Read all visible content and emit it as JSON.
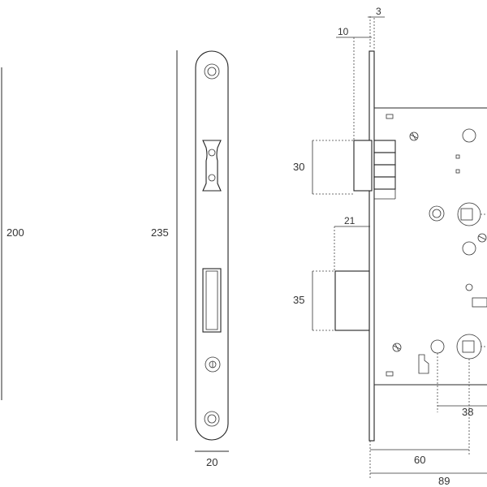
{
  "dimensions": {
    "lock_body_height": "200",
    "faceplate_height": "235",
    "faceplate_width": "20",
    "latch_height": "30",
    "bolt_height": "35",
    "faceplate_thickness": "3",
    "latch_projection": "10",
    "bolt_projection": "21",
    "spindle_to_cylinder": "38",
    "backset": "60",
    "body_depth": "89"
  }
}
